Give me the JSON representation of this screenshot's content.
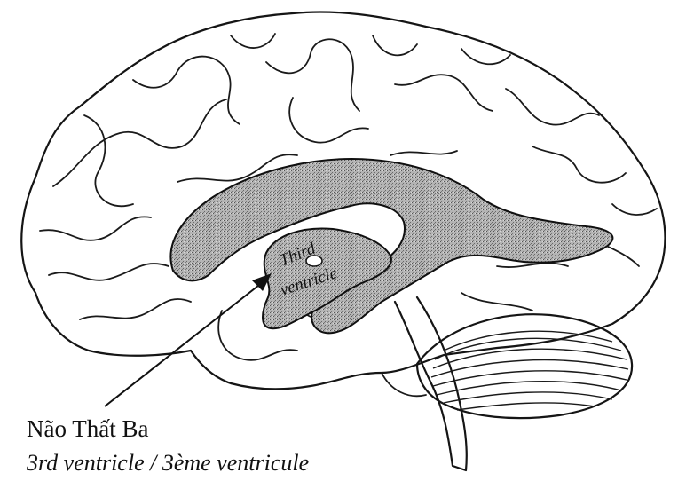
{
  "figure": {
    "structure_label_line1": "Third",
    "structure_label_line2": "ventricle",
    "caption": {
      "vietnamese": "Não Thất Ba",
      "translations": "3rd ventricle / 3ème ventricule"
    }
  },
  "colors": {
    "ink": "#111111",
    "ventricle_fill": "#a9a9a9",
    "background": "#ffffff"
  },
  "icons": {
    "pointer": "arrowhead-pointer"
  }
}
